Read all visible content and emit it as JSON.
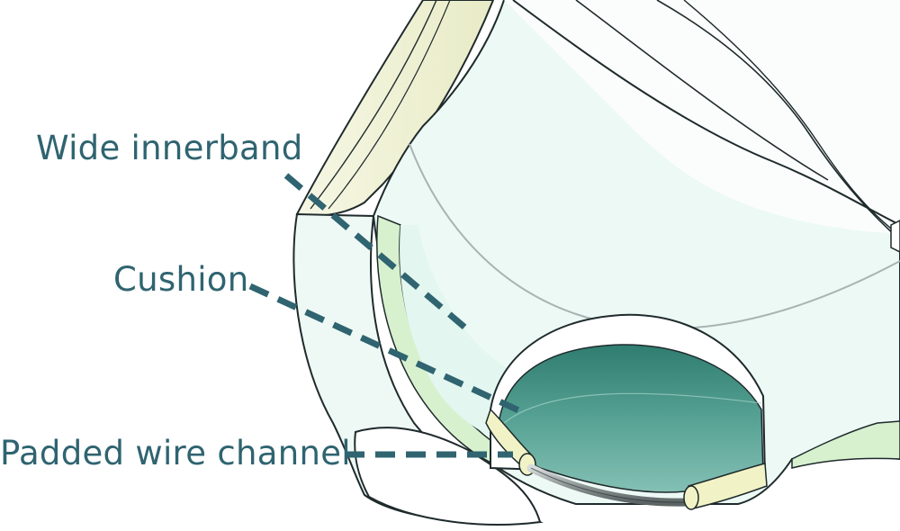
{
  "callouts": {
    "innerband": "Wide innerband",
    "cushion": "Cushion",
    "channel": "Padded wire channel"
  },
  "colors": {
    "label_text": "#2f6470",
    "leader_line": "#2f6470",
    "outline": "#1f2a2c",
    "fabric_mint": "#eaf8f3",
    "fabric_light": "#f3fbf8",
    "strap_cream": "#f3f4dc",
    "band_green": "#d7f1cf",
    "cushion_teal": "#4f9b8e",
    "channel_cream": "#f1f3c6",
    "wire_grey": "#8f9696"
  }
}
